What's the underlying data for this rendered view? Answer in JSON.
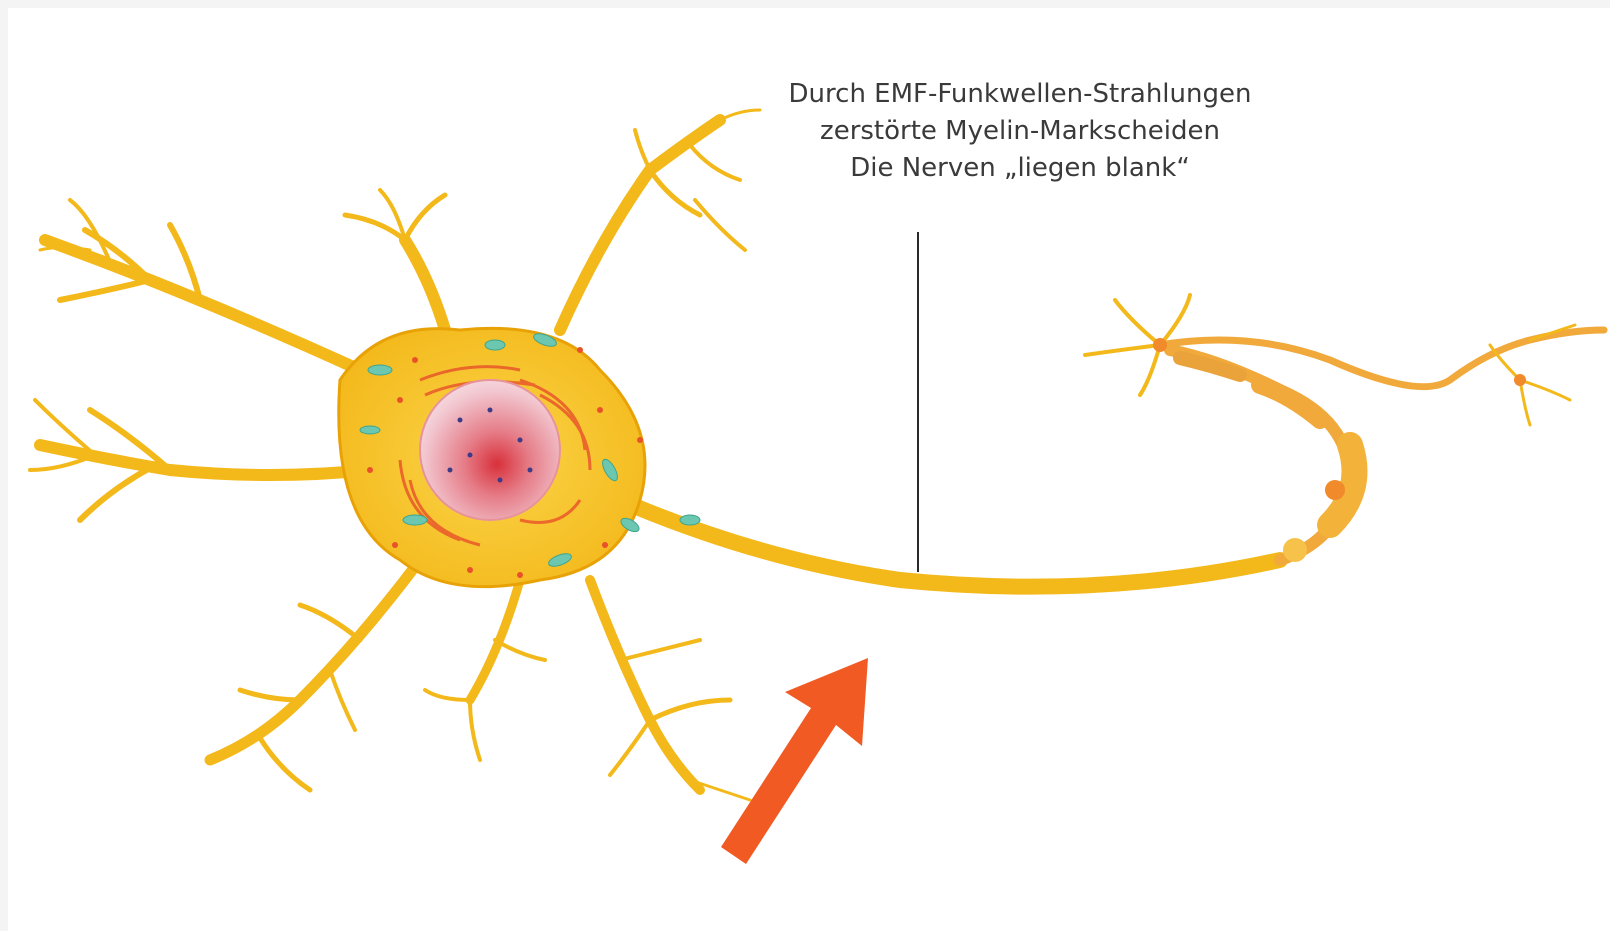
{
  "annotation": {
    "lines": [
      "Durch EMF-Funkwellen-Strahlungen",
      "zerstörte Myelin-Markscheiden",
      "Die Nerven „liegen blank“"
    ]
  },
  "colors": {
    "neuron_body": "#f7c21d",
    "neuron_outline": "#e8a206",
    "nucleus": "#e8a0a8",
    "nucleolus": "#d8303a",
    "organelle_red": "#e8512a",
    "mitochondria": "#6cc7b0",
    "arrow": "#f15a22",
    "pointer_line": "#2a2a2a",
    "myelin": "#f0a93a"
  },
  "icons": {
    "arrow": "orange-arrow-icon"
  }
}
